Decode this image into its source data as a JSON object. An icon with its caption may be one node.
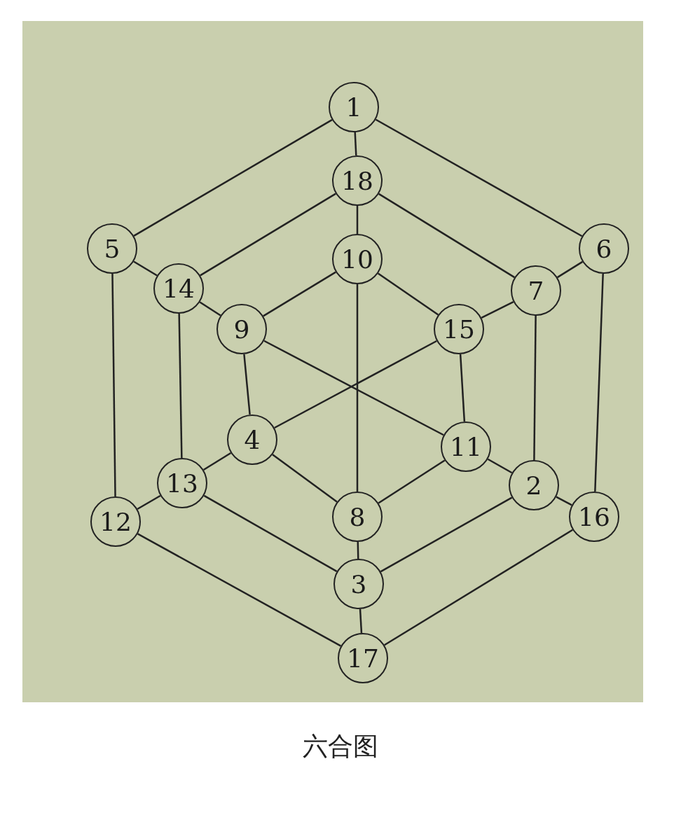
{
  "diagram": {
    "caption": "六合图",
    "nodes": [
      {
        "text": [
          "1"
        ]
      },
      {
        "text": [
          "18"
        ]
      },
      {
        "text": [
          "5"
        ]
      },
      {
        "text": [
          "6"
        ]
      },
      {
        "text": [
          "10"
        ]
      },
      {
        "text": [
          "14"
        ]
      },
      {
        "text": [
          "7"
        ]
      },
      {
        "text": [
          "9"
        ]
      },
      {
        "text": [
          "15"
        ]
      },
      {
        "text": [
          "4"
        ]
      },
      {
        "text": [
          "11"
        ]
      },
      {
        "text": [
          "13"
        ]
      },
      {
        "text": [
          "2"
        ]
      },
      {
        "text": [
          "8"
        ]
      },
      {
        "text": [
          "12"
        ]
      },
      {
        "text": [
          "16"
        ]
      },
      {
        "text": [
          "3"
        ]
      },
      {
        "text": [
          "17"
        ]
      }
    ],
    "edges": [
      {
        "from": 0,
        "to": 2,
        "arrow": "none"
      },
      {
        "from": 0,
        "to": 3,
        "arrow": "none"
      },
      {
        "from": 2,
        "to": 14,
        "arrow": "none"
      },
      {
        "from": 3,
        "to": 15,
        "arrow": "none"
      },
      {
        "from": 14,
        "to": 17,
        "arrow": "none"
      },
      {
        "from": 15,
        "to": 17,
        "arrow": "none"
      },
      {
        "from": 1,
        "to": 5,
        "arrow": "none"
      },
      {
        "from": 1,
        "to": 6,
        "arrow": "none"
      },
      {
        "from": 5,
        "to": 11,
        "arrow": "none"
      },
      {
        "from": 6,
        "to": 12,
        "arrow": "none"
      },
      {
        "from": 11,
        "to": 16,
        "arrow": "none"
      },
      {
        "from": 12,
        "to": 16,
        "arrow": "none"
      },
      {
        "from": 4,
        "to": 7,
        "arrow": "none"
      },
      {
        "from": 4,
        "to": 8,
        "arrow": "none"
      },
      {
        "from": 7,
        "to": 9,
        "arrow": "none"
      },
      {
        "from": 8,
        "to": 10,
        "arrow": "none"
      },
      {
        "from": 9,
        "to": 13,
        "arrow": "none"
      },
      {
        "from": 10,
        "to": 13,
        "arrow": "none"
      },
      {
        "from": 0,
        "to": 1,
        "arrow": "none"
      },
      {
        "from": 1,
        "to": 4,
        "arrow": "none"
      },
      {
        "from": 2,
        "to": 5,
        "arrow": "none"
      },
      {
        "from": 5,
        "to": 7,
        "arrow": "none"
      },
      {
        "from": 3,
        "to": 6,
        "arrow": "none"
      },
      {
        "from": 6,
        "to": 8,
        "arrow": "none"
      },
      {
        "from": 14,
        "to": 11,
        "arrow": "none"
      },
      {
        "from": 11,
        "to": 9,
        "arrow": "none"
      },
      {
        "from": 15,
        "to": 12,
        "arrow": "none"
      },
      {
        "from": 12,
        "to": 10,
        "arrow": "none"
      },
      {
        "from": 17,
        "to": 16,
        "arrow": "none"
      },
      {
        "from": 16,
        "to": 13,
        "arrow": "none"
      },
      {
        "from": 4,
        "to": 13,
        "arrow": "none"
      },
      {
        "from": 7,
        "to": 10,
        "arrow": "none"
      },
      {
        "from": 8,
        "to": 9,
        "arrow": "none"
      }
    ]
  }
}
